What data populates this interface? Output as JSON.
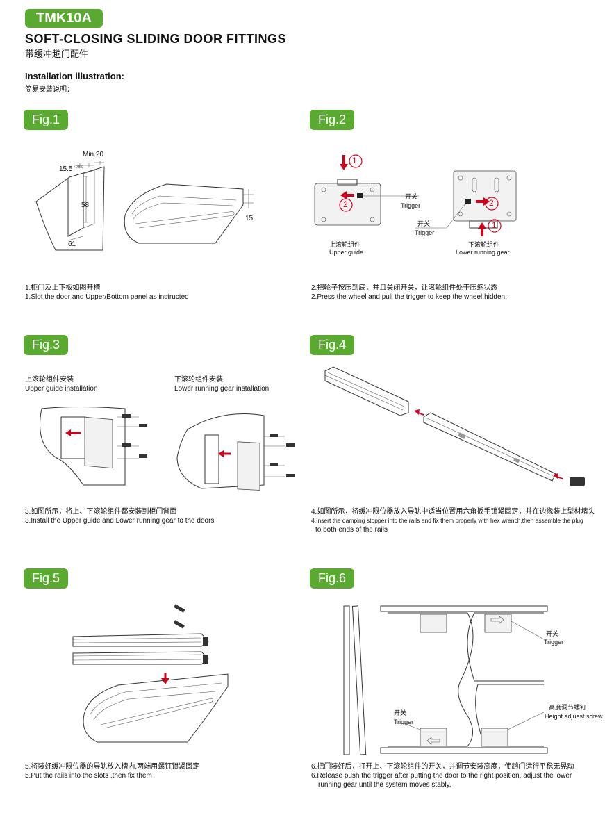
{
  "header": {
    "model": "TMK10A",
    "title_en": "SOFT-CLOSING SLIDING DOOR FITTINGS",
    "title_cn": "带缓冲趟门配件",
    "install_en": "Installation illustration:",
    "install_cn": "简易安装说明："
  },
  "colors": {
    "accent": "#5aaa32",
    "arrow": "#d0021b"
  },
  "fig1": {
    "label": "Fig.1",
    "dims": {
      "min": "Min.20",
      "d155": "15.5",
      "tol": "+0.5 0",
      "d58": "58",
      "d61": "61",
      "d15": "15"
    },
    "cap_cn": "1.柜门及上下板如图开槽",
    "cap_en": "1.Slot the door and Upper/Bottom panel as instructed"
  },
  "fig2": {
    "label": "Fig.2",
    "step1": "1",
    "step2": "2",
    "switch_cn": "开关",
    "trigger_en": "Trigger",
    "upper_cn": "上滚轮组件",
    "upper_en": "Upper guide",
    "lower_cn": "下滚轮组件",
    "lower_en": "Lower running gear",
    "cap_cn": "2.把轮子按压到底，并且关闭开关，让滚轮组件处于压缩状态",
    "cap_en": "2.Press the wheel and pull the trigger to keep the  wheel hidden."
  },
  "fig3": {
    "label": "Fig.3",
    "upper_cn": "上滚轮组件安装",
    "upper_en": "Upper guide installation",
    "lower_cn": "下滚轮组件安装",
    "lower_en": "Lower running gear installation",
    "cap_cn": "3.如图所示，将上、下滚轮组件都安装到柜门背面",
    "cap_en": "3.Install the Upper guide and Lower running gear to the doors"
  },
  "fig4": {
    "label": "Fig.4",
    "cap_cn": "4.如图所示，将缓冲限位器放入导轨中适当位置用六角扳手锁紧固定，并在边缘装上型材堵头",
    "cap_en_1": "4.Insert the damping stopper into the rails and fix them properly with hex wrench,then assemble the plug",
    "cap_en_2": "to both ends of the rails"
  },
  "fig5": {
    "label": "Fig.5",
    "cap_cn": "5.将装好缓冲限位器的导轨放入槽内,两端用螺钉锁紧固定",
    "cap_en": "5.Put the rails into the slots ,then fix them"
  },
  "fig6": {
    "label": "Fig.6",
    "switch_cn": "开关",
    "trigger_en": "Trigger",
    "height_cn": "高度调节螺钉",
    "height_en": "Height adjuest screw",
    "cap_cn": "6.把门装好后，打开上、下滚轮组件的开关，并调节安装高度，使趟门运行平稳无晃动",
    "cap_en_1": "6.Release push the trigger after putting the door to the right position, adjust the lower",
    "cap_en_2": "running gear until the system moves stably."
  }
}
